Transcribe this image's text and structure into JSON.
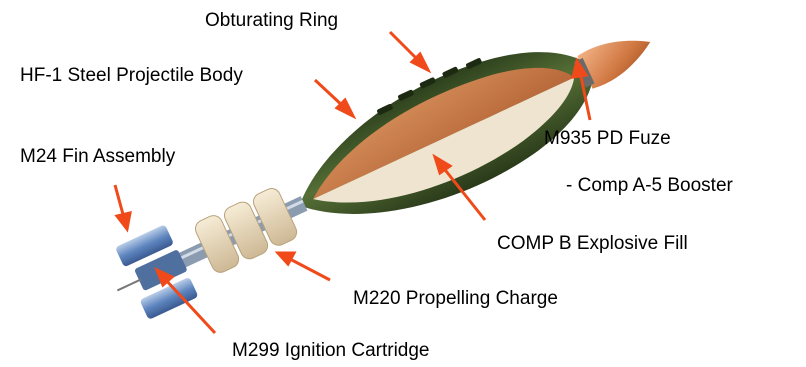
{
  "labels": {
    "obturating_ring": "Obturating Ring",
    "projectile_body": "HF-1 Steel Projectile Body",
    "fin_assembly": "M24 Fin Assembly",
    "fuze": "M935 PD Fuze",
    "booster": "- Comp A-5 Booster",
    "explosive_fill": "COMP B Explosive Fill",
    "propelling_charge": "M220 Propelling Charge",
    "ignition_cartridge": "M299 Ignition Cartridge"
  },
  "colors": {
    "arrow": "#f04a1a",
    "body_green": "#3f5a2a",
    "explosive": "#c97a46",
    "fuze_copper": "#d9874f",
    "fin_blue": "#6f93c8",
    "charge_cream": "#e9dcc0"
  }
}
